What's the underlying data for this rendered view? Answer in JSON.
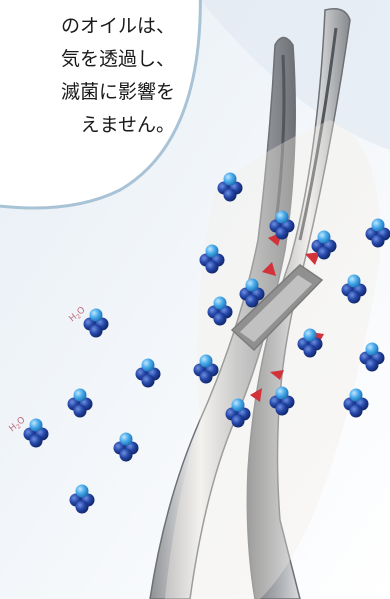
{
  "bubble": {
    "lines": [
      "のオイルは、",
      "気を透過し、",
      "滅菌に影響を",
      "えません。"
    ]
  },
  "labels": {
    "water": "H",
    "water_sub": "2",
    "water_o": "O"
  },
  "colors": {
    "bubble_fill": "#ffffff",
    "bubble_stroke": "#a9c3d6",
    "background_wash": "#dfe8f1",
    "molecule_dark": "#1f3f9f",
    "molecule_light": "#3fa6e8",
    "arrow_red": "#d2323a",
    "steel": "#b9bcc0"
  }
}
